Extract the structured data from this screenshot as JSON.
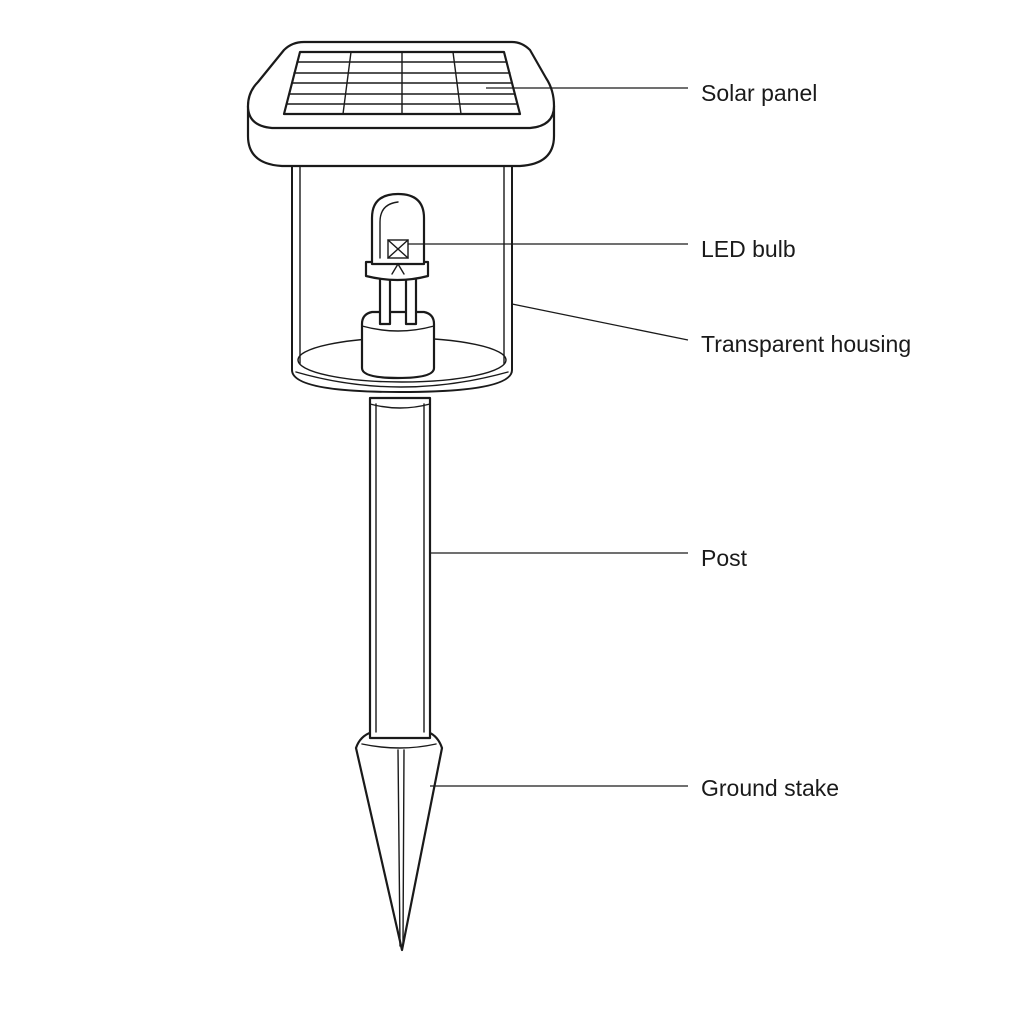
{
  "labels": {
    "solar_panel": "Solar panel",
    "led_bulb": "LED bulb",
    "transparent_housing": "Transparent housing",
    "post": "Post",
    "ground_stake": "Ground stake"
  },
  "colors": {
    "line": "#1a1a1a",
    "background": "#ffffff"
  }
}
